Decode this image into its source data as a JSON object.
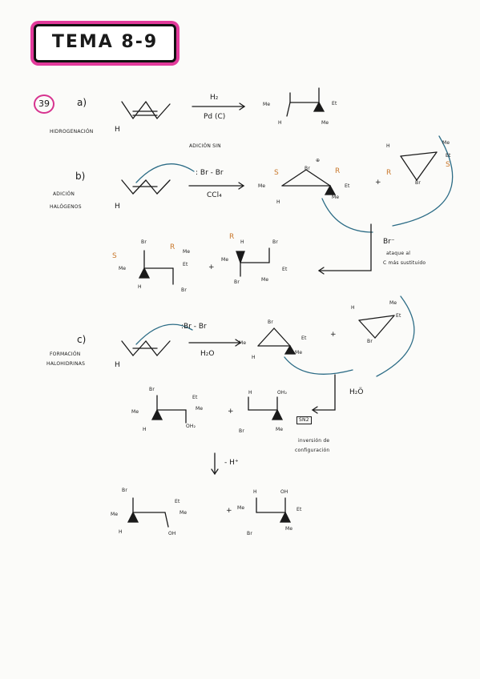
{
  "title": "TEMA 8-9",
  "problem_number": "39",
  "colors": {
    "pink": "#e23a9b",
    "orange": "#c9782c",
    "blue": "#2c6c86",
    "ink": "#1a1a1a"
  },
  "part_a": {
    "letter": "a)",
    "reaction_type": "HIDROGENACIÓN",
    "reagent_top": "H₂",
    "reagent_bottom": "Pd (C)",
    "note": "ADICIÓN SIN",
    "labels": {
      "h": "H",
      "me_left": "Me",
      "et_right": "Et",
      "h_bottom": "H",
      "me_bottom": "Me"
    }
  },
  "part_b": {
    "letter": "b)",
    "reaction_type_1": "ADICIÓN",
    "reaction_type_2": "HALÓGENOS",
    "reagent_top": ": Br - Br",
    "reagent_bottom": "CCl₄",
    "attack_label": "Br⁻",
    "note_1": "ataque al",
    "note_2": "C más sustituido",
    "stereo": [
      "S",
      "R",
      "R",
      "S",
      "S",
      "R",
      "R"
    ],
    "labels": {
      "h": "H",
      "br": "Br",
      "me": "Me",
      "et": "Et",
      "plus": "+",
      "minus_charge": "⊖",
      "plus_charge": "⊕"
    }
  },
  "part_c": {
    "letter": "c)",
    "reaction_type_1": "FORMACIÓN",
    "reaction_type_2": "HALOHIDRINAS",
    "reagent_top": ":Br - Br",
    "reagent_bottom": "H₂O",
    "water": "H₂Ö",
    "sn2": "SN2",
    "note_1": "inversión de",
    "note_2": "configuración",
    "deprotonation": "- H⁺",
    "labels": {
      "h": "H",
      "br": "Br",
      "me": "Me",
      "et": "Et",
      "oh2": "OH₂",
      "oh": "OH",
      "plus": "+"
    }
  }
}
